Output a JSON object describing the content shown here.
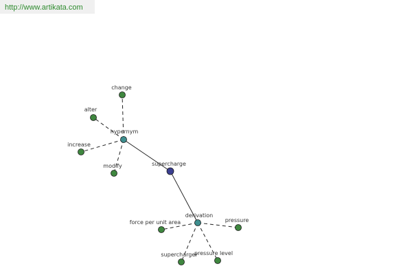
{
  "watermark": {
    "url": "http://www.artikata.com"
  },
  "colors": {
    "center": "#3b3f91",
    "relation": "#3e8f8f",
    "term": "#3f873f",
    "edge": "#222222",
    "label": "#333333"
  },
  "graph": {
    "center": {
      "label": "supercharge"
    },
    "relations": [
      {
        "label": "hypernym",
        "terms": [
          "change",
          "alter",
          "increase",
          "modify"
        ]
      },
      {
        "label": "derivation",
        "terms": [
          "force per unit area",
          "pressure",
          "supercharger",
          "pressure level"
        ]
      }
    ]
  }
}
